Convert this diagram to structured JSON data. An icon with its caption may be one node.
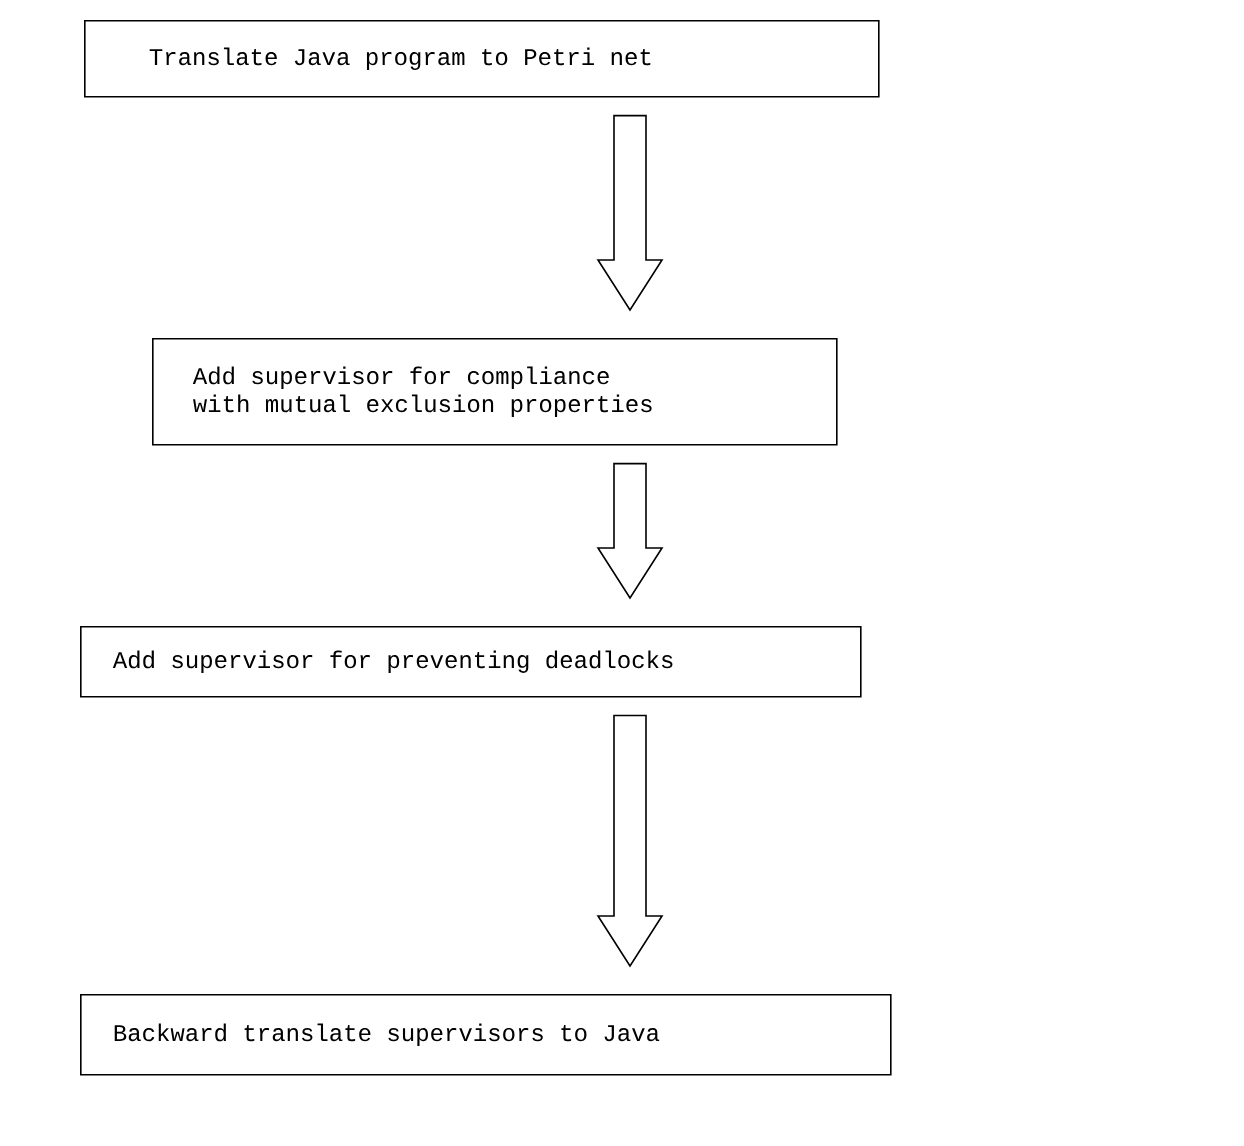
{
  "diagram": {
    "nodes": [
      {
        "text": [
          "Translate Java program to Petri net"
        ]
      },
      {
        "text": [
          "Add supervisor for compliance with mutual exclusion properties"
        ]
      },
      {
        "text": [
          "Add supervisor for preventing deadlocks"
        ]
      },
      {
        "text": [
          "Backward translate supervisors to Java"
        ]
      }
    ],
    "edges": [
      {
        "from": 0,
        "to": 1,
        "arrow": "to"
      },
      {
        "from": 1,
        "to": 2,
        "arrow": "to"
      },
      {
        "from": 2,
        "to": 3,
        "arrow": "to"
      }
    ]
  }
}
